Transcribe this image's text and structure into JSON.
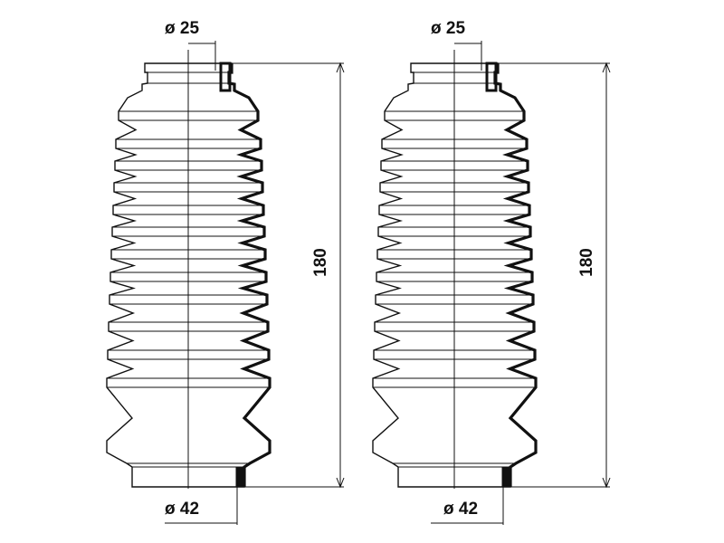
{
  "boots": [
    {
      "top_diameter_label": "ø 25",
      "bottom_diameter_label": "ø 42",
      "length_label": "180"
    },
    {
      "top_diameter_label": "ø 25",
      "bottom_diameter_label": "ø 42",
      "length_label": "180"
    }
  ],
  "colors": {
    "line": "#111111",
    "background": "#ffffff"
  }
}
